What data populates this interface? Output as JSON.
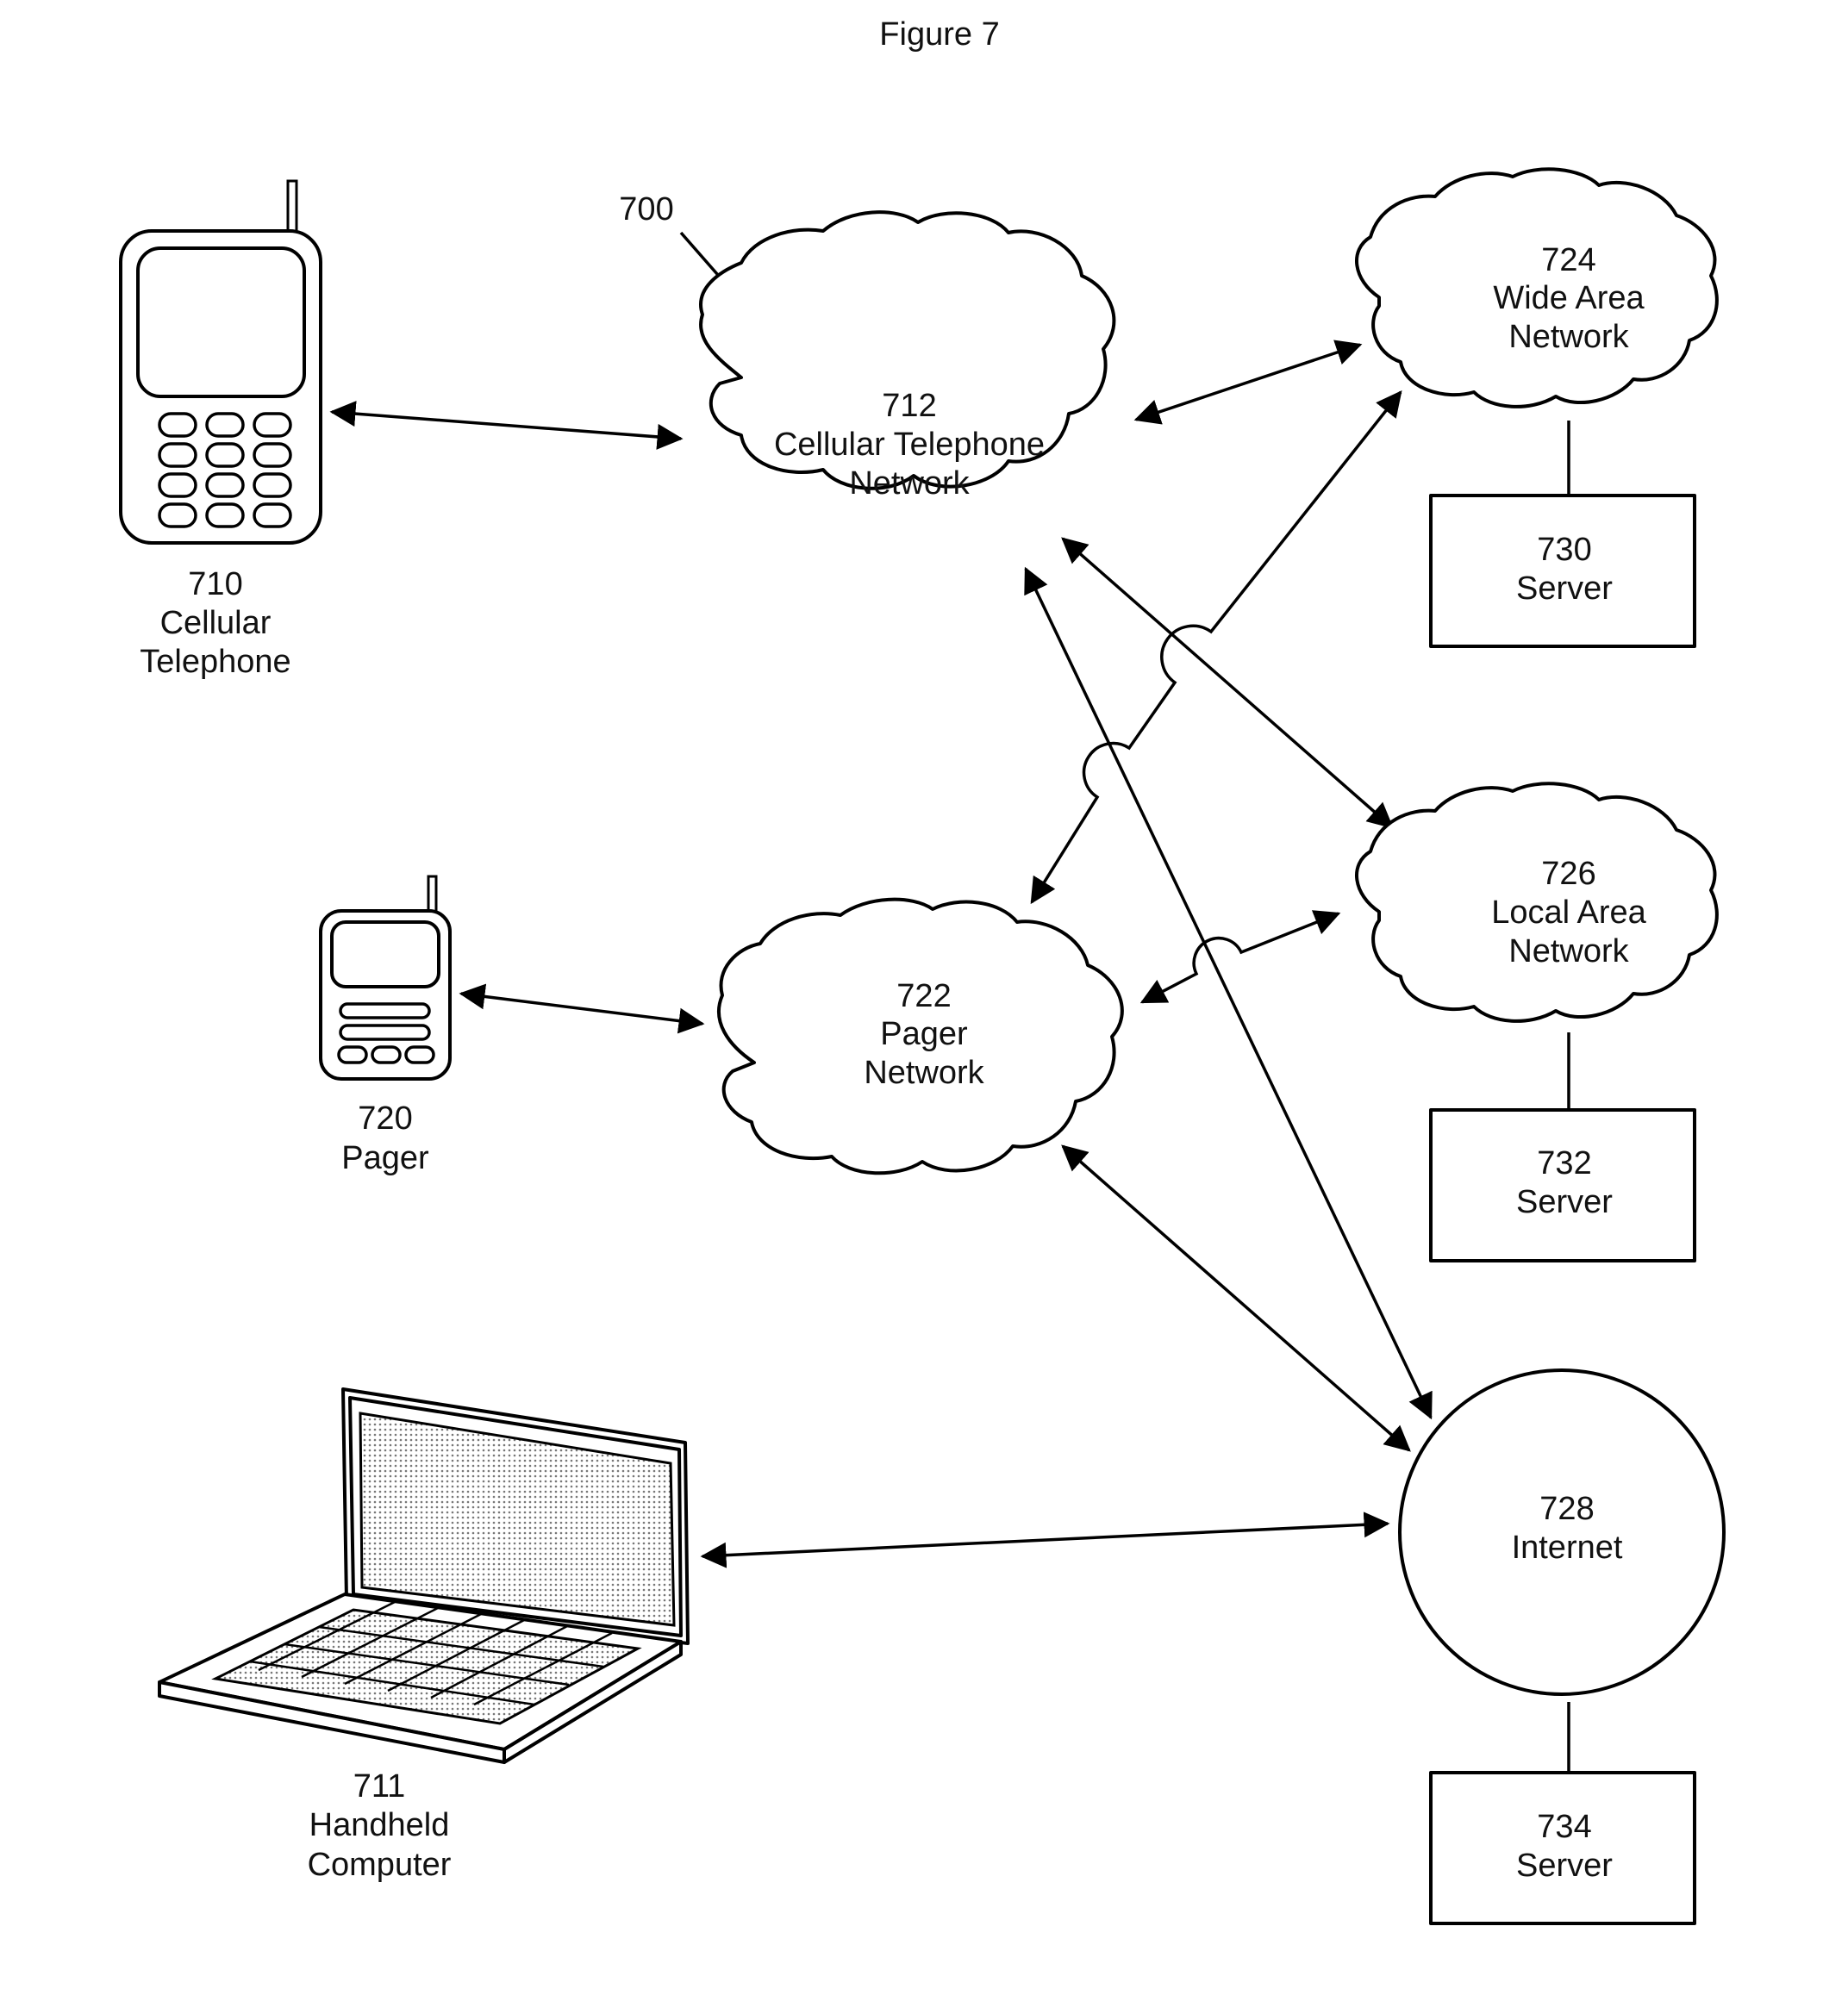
{
  "figure_title": "Figure 7",
  "reference_label": "700",
  "devices": {
    "cell_phone": {
      "number": "710",
      "line1": "Cellular",
      "line2": "Telephone"
    },
    "pager": {
      "number": "720",
      "line1": "Pager"
    },
    "handheld": {
      "number": "711",
      "line1": "Handheld",
      "line2": "Computer"
    }
  },
  "networks": {
    "cellular": {
      "number": "712",
      "line1": "Cellular Telephone",
      "line2": "Network"
    },
    "pager": {
      "number": "722",
      "line1": "Pager",
      "line2": "Network"
    },
    "wan": {
      "number": "724",
      "line1": "Wide Area",
      "line2": "Network"
    },
    "lan": {
      "number": "726",
      "line1": "Local Area",
      "line2": "Network"
    },
    "internet": {
      "number": "728",
      "line1": "Internet"
    }
  },
  "servers": {
    "s730": {
      "number": "730",
      "label": "Server"
    },
    "s732": {
      "number": "732",
      "label": "Server"
    },
    "s734": {
      "number": "734",
      "label": "Server"
    }
  }
}
